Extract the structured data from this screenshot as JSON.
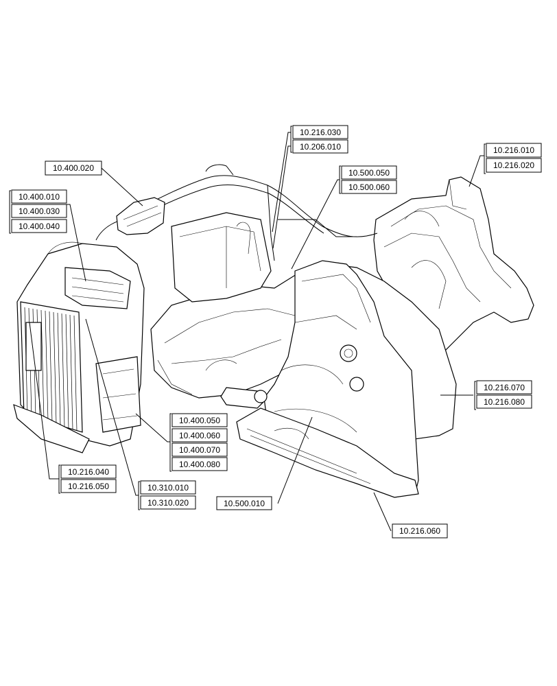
{
  "labels": [
    {
      "id": "l1",
      "text": "10.216.030"
    },
    {
      "id": "l2",
      "text": "10.206.010"
    },
    {
      "id": "l3",
      "text": "10.216.010"
    },
    {
      "id": "l4",
      "text": "10.216.020"
    },
    {
      "id": "l5",
      "text": "10.400.020"
    },
    {
      "id": "l6",
      "text": "10.500.050"
    },
    {
      "id": "l7",
      "text": "10.500.060"
    },
    {
      "id": "l8",
      "text": "10.400.010"
    },
    {
      "id": "l9",
      "text": "10.400.030"
    },
    {
      "id": "l10",
      "text": "10.400.040"
    },
    {
      "id": "l11",
      "text": "10.216.070"
    },
    {
      "id": "l12",
      "text": "10.216.080"
    },
    {
      "id": "l13",
      "text": "10.400.050"
    },
    {
      "id": "l14",
      "text": "10.400.060"
    },
    {
      "id": "l15",
      "text": "10.400.070"
    },
    {
      "id": "l16",
      "text": "10.400.080"
    },
    {
      "id": "l17",
      "text": "10.216.040"
    },
    {
      "id": "l18",
      "text": "10.216.050"
    },
    {
      "id": "l19",
      "text": "10.310.010"
    },
    {
      "id": "l20",
      "text": "10.310.020"
    },
    {
      "id": "l21",
      "text": "10.500.010"
    },
    {
      "id": "l22",
      "text": "10.216.060"
    }
  ]
}
